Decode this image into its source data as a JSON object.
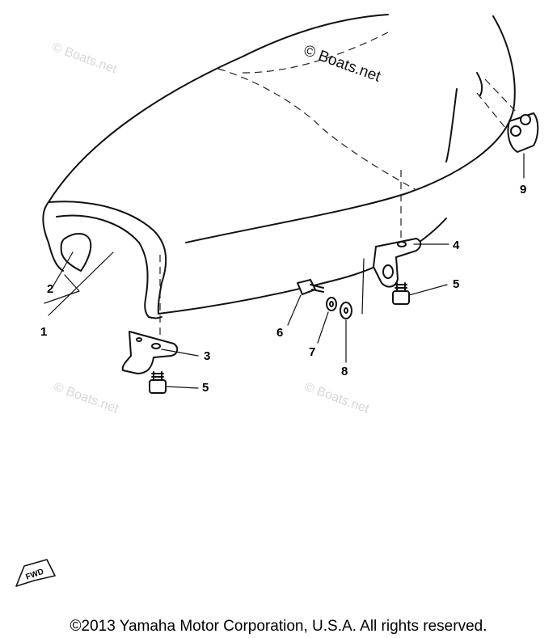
{
  "watermark": "© Boats.net",
  "callouts": {
    "c1": "1",
    "c2": "2",
    "c3": "3",
    "c4": "4",
    "c5a": "5",
    "c5b": "5",
    "c6": "6",
    "c7": "7",
    "c8": "8",
    "c9": "9"
  },
  "fwd_label": "FWD",
  "copyright": "©2013 Yamaha Motor Corporation, U.S.A. All rights reserved."
}
